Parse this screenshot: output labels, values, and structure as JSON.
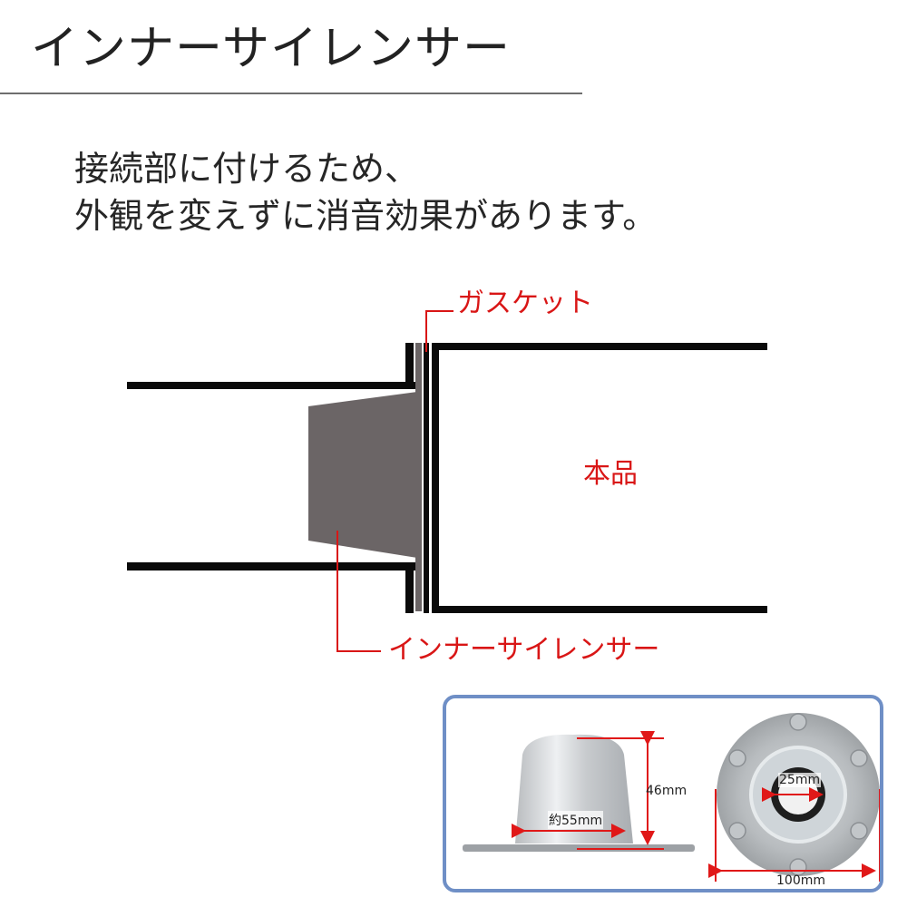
{
  "header": {
    "title": "インナーサイレンサー"
  },
  "description": {
    "line1": "接続部に付けるため、",
    "line2": "外観を変えずに消音効果があります。"
  },
  "diagram": {
    "labels": {
      "gasket": "ガスケット",
      "product": "本品",
      "inner_silencer": "インナーサイレンサー"
    },
    "colors": {
      "pipe": "#0a0a0a",
      "silencer_fill": "#6b6566",
      "label": "#d91616"
    }
  },
  "photo_panel": {
    "border_color": "#6f8fc6",
    "dimensions": {
      "height": "46mm",
      "body_width": "約55mm",
      "inner_diameter": "25mm",
      "flange_diameter": "100mm"
    },
    "dimension_color": "#e01818"
  }
}
